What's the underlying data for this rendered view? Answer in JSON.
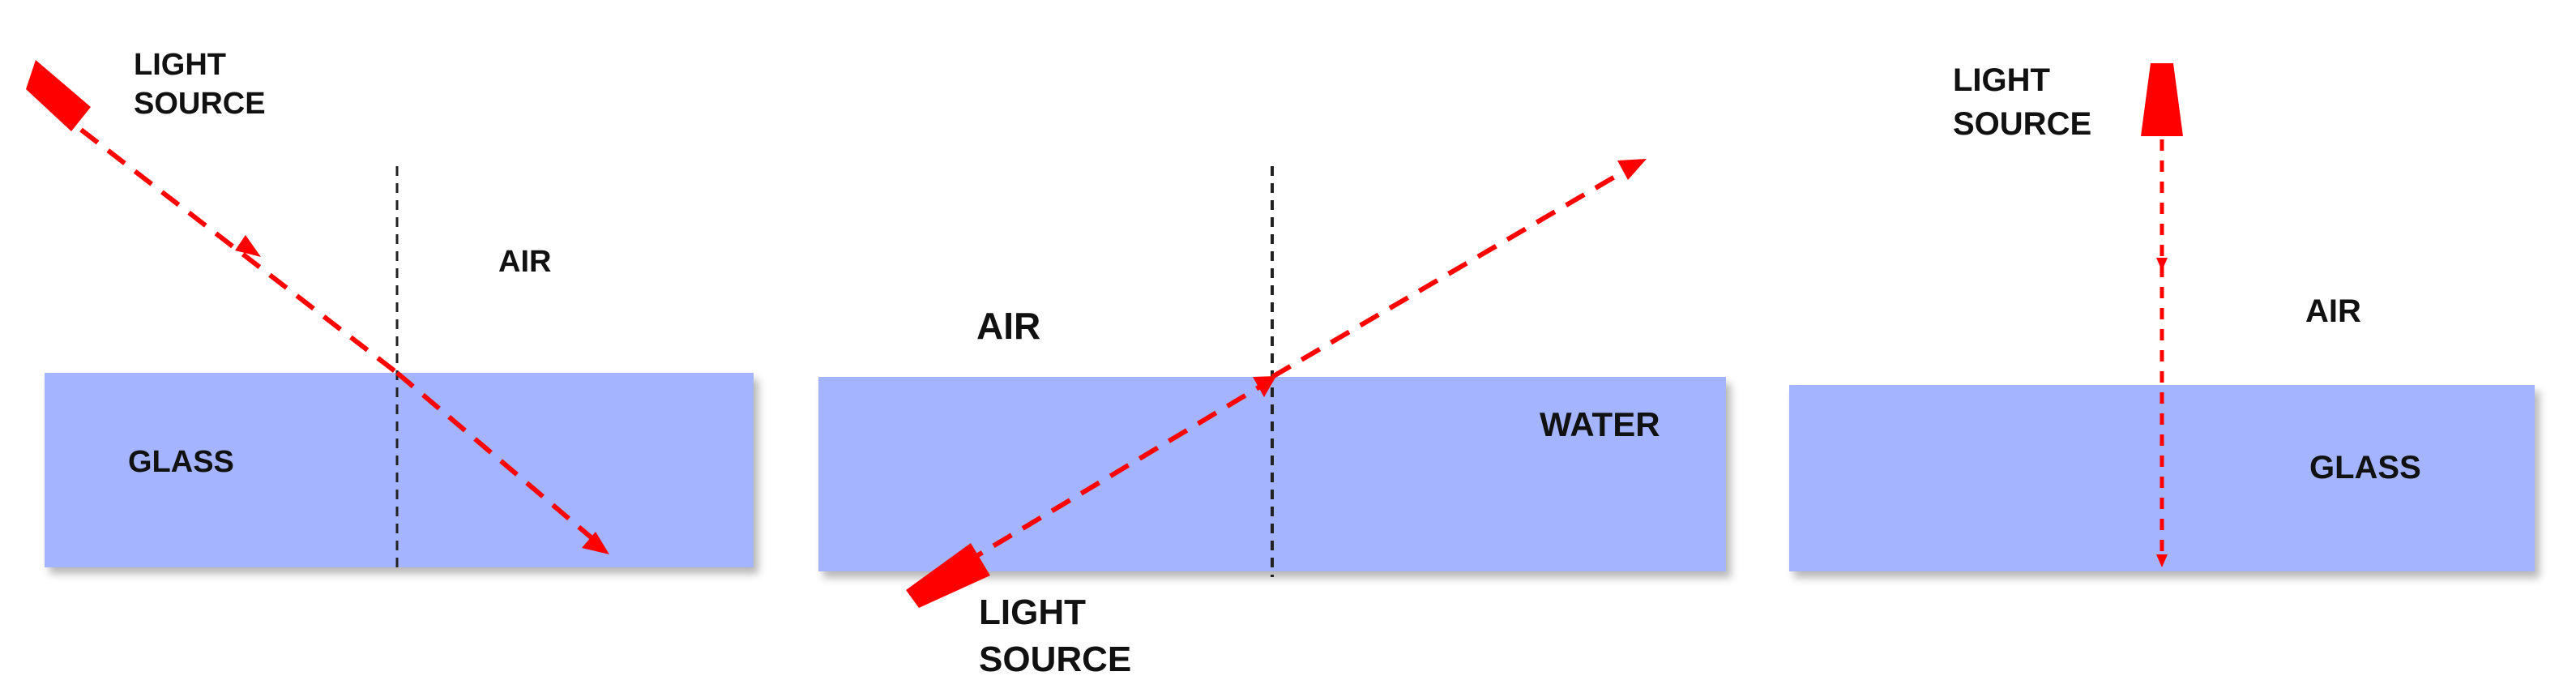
{
  "colors": {
    "medium_fill": "#a4b4ff",
    "ray": "#ff0000",
    "normal_line": "#222222",
    "text": "#111111"
  },
  "panels": [
    {
      "light_source_label_line1": "LIGHT",
      "light_source_label_line2": "SOURCE",
      "upper_medium_label": "AIR",
      "lower_medium_label": "GLASS"
    },
    {
      "light_source_label_line1": "LIGHT",
      "light_source_label_line2": "SOURCE",
      "upper_medium_label": "AIR",
      "lower_medium_label": "WATER"
    },
    {
      "light_source_label_line1": "LIGHT",
      "light_source_label_line2": "SOURCE",
      "upper_medium_label": "AIR",
      "lower_medium_label": "GLASS"
    }
  ]
}
